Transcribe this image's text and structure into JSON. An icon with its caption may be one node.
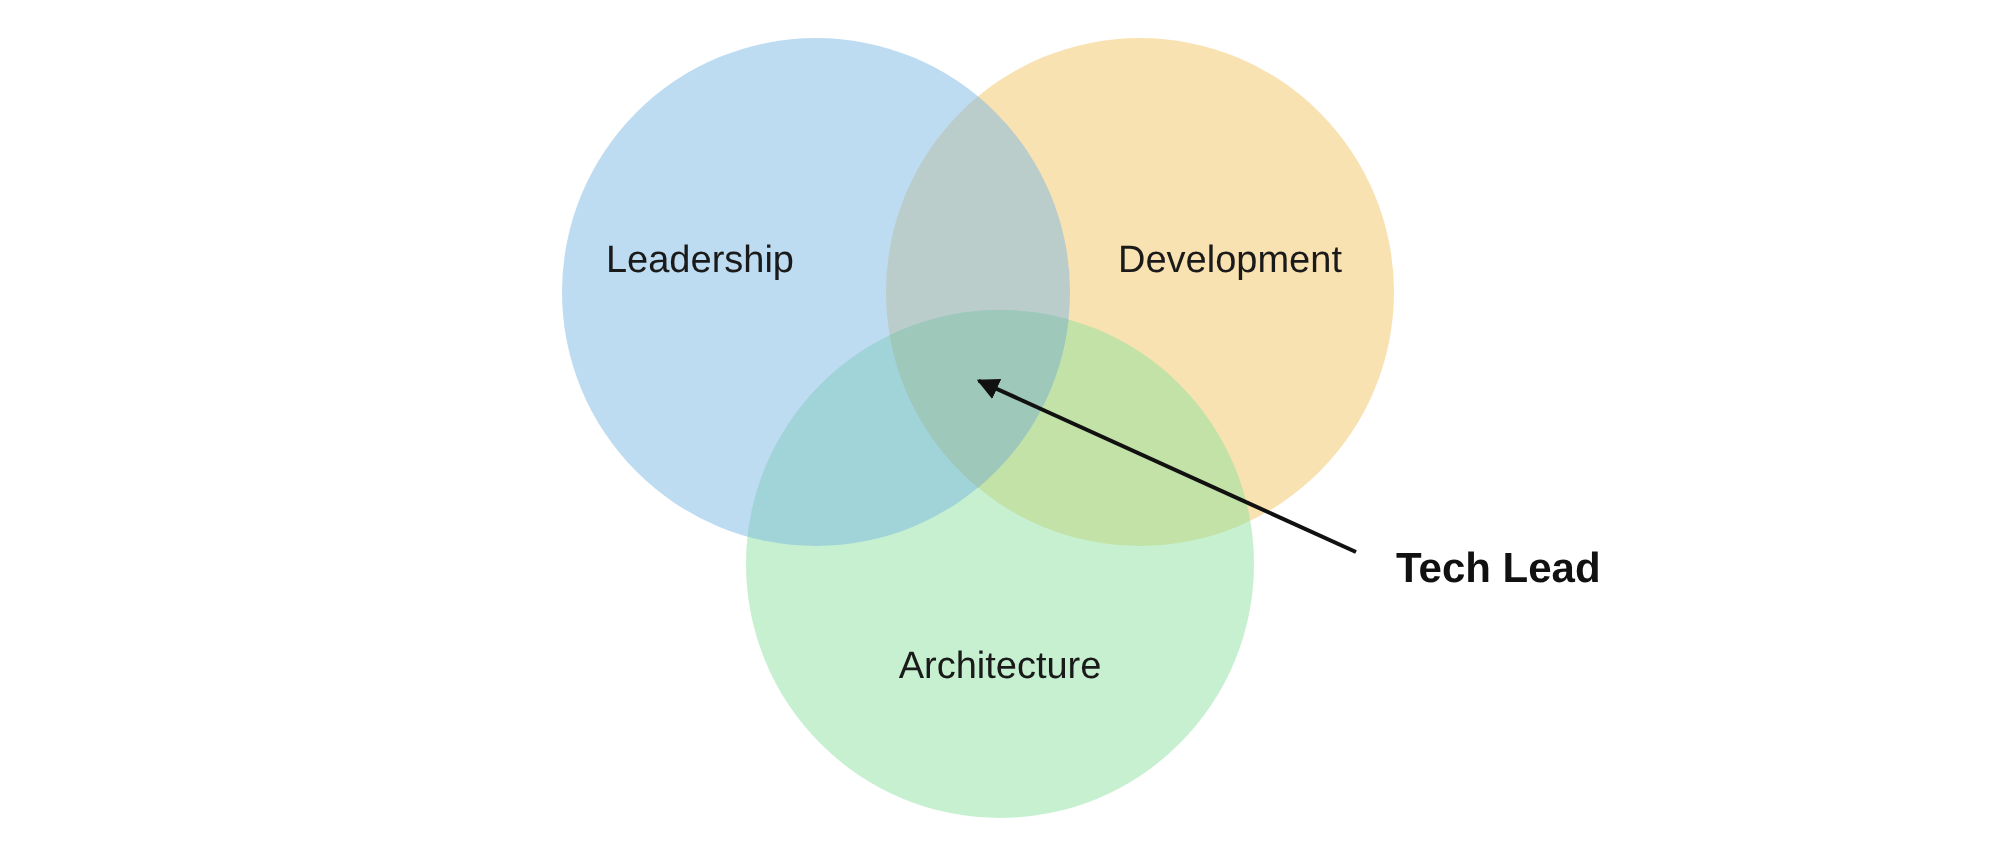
{
  "diagram": {
    "nodes": [
      {
        "text": [
          "Leadership"
        ]
      },
      {
        "text": [
          "Development"
        ]
      },
      {
        "text": [
          "Architecture"
        ]
      },
      {
        "text": [
          "Tech Lead"
        ]
      },
      {
        "text": [],
        "shape": "triangle"
      }
    ],
    "edges": [
      {
        "from": 3,
        "to": 4,
        "arrow": "to"
      }
    ]
  }
}
